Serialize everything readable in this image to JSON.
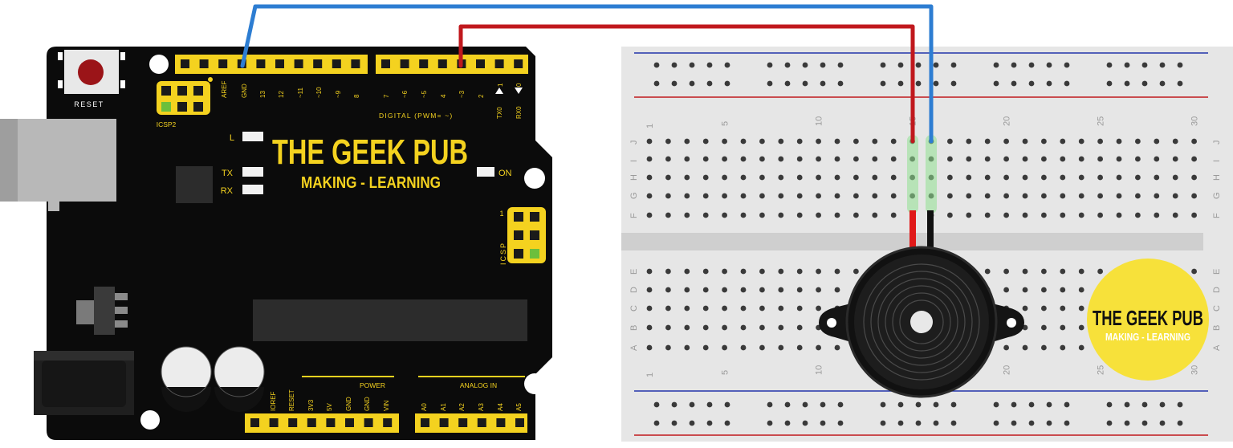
{
  "colors": {
    "board": "#0b0b0b",
    "accent_yellow": "#f4d21f",
    "wire_red": "#c0181d",
    "wire_blue": "#2d7dd2",
    "breadboard": "#e6e6e6",
    "rail_red": "#c0181d",
    "rail_blue": "#2233aa"
  },
  "arduino": {
    "reset_label": "RESET",
    "icsp2_label": "ICSP2",
    "aref_label": "AREF",
    "gnd_label": "GND",
    "led_l": "L",
    "led_tx": "TX",
    "led_rx": "RX",
    "led_on": "ON",
    "digital_label": "DIGITAL (PWM= ~)",
    "tx0": "TX0",
    "rx0": "RX0",
    "icsp_label": "ICSP",
    "icsp_pin1": "1",
    "brand_title": "THE GEEK PUB",
    "brand_subtitle": "MAKING - LEARNING",
    "power_label": "POWER",
    "analog_label": "ANALOG IN",
    "digital_pins": [
      "13",
      "12",
      "~11",
      "~10",
      "~9",
      "8",
      "7",
      "~6",
      "~5",
      "4",
      "~3",
      "2",
      "1",
      "0"
    ],
    "power_pins": [
      "IOREF",
      "RESET",
      "3V3",
      "5V",
      "GND",
      "GND",
      "VIN"
    ],
    "analog_pins": [
      "A0",
      "A1",
      "A2",
      "A3",
      "A4",
      "A5"
    ]
  },
  "breadboard": {
    "col_numbers": [
      "1",
      "5",
      "10",
      "15",
      "20",
      "25",
      "30"
    ],
    "top_rows": [
      "J",
      "I",
      "H",
      "G",
      "F"
    ],
    "bottom_rows": [
      "E",
      "D",
      "C",
      "B",
      "A"
    ]
  },
  "logo": {
    "title": "THE GEEK PUB",
    "subtitle": "MAKING - LEARNING"
  }
}
